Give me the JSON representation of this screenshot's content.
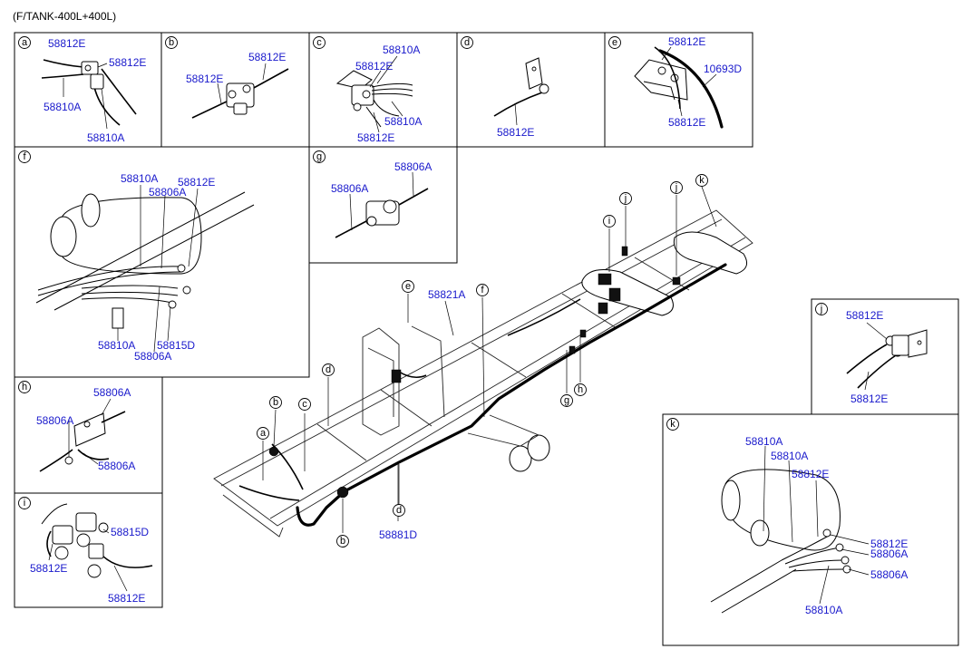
{
  "header": {
    "title": "(F/TANK-400L+400L)"
  },
  "panels": {
    "a": {
      "letter": "a",
      "labels": [
        "58812E",
        "58812E",
        "58810A",
        "58810A"
      ]
    },
    "b": {
      "letter": "b",
      "labels": [
        "58812E",
        "58812E"
      ]
    },
    "c": {
      "letter": "c",
      "labels": [
        "58810A",
        "58812E",
        "58810A",
        "58812E"
      ]
    },
    "d": {
      "letter": "d",
      "labels": [
        "58812E"
      ]
    },
    "e": {
      "letter": "e",
      "labels": [
        "58812E",
        "10693D",
        "58812E"
      ]
    },
    "f": {
      "letter": "f",
      "labels": [
        "58810A",
        "58812E",
        "58806A",
        "58810A",
        "58815D",
        "58806A"
      ]
    },
    "g": {
      "letter": "g",
      "labels": [
        "58806A",
        "58806A"
      ]
    },
    "h": {
      "letter": "h",
      "labels": [
        "58806A",
        "58806A",
        "58806A"
      ]
    },
    "i": {
      "letter": "i",
      "labels": [
        "58815D",
        "58812E",
        "58812E"
      ]
    },
    "j": {
      "letter": "j",
      "labels": [
        "58812E",
        "58812E"
      ]
    },
    "k": {
      "letter": "k",
      "labels": [
        "58810A",
        "58810A",
        "58812E",
        "58812E",
        "58806A",
        "58806A",
        "58810A"
      ]
    }
  },
  "main": {
    "labels": [
      "58821A",
      "58881D"
    ],
    "callouts": [
      "e",
      "f",
      "d",
      "c",
      "b",
      "a",
      "b",
      "d",
      "g",
      "h",
      "i",
      "j",
      "j",
      "k"
    ]
  }
}
